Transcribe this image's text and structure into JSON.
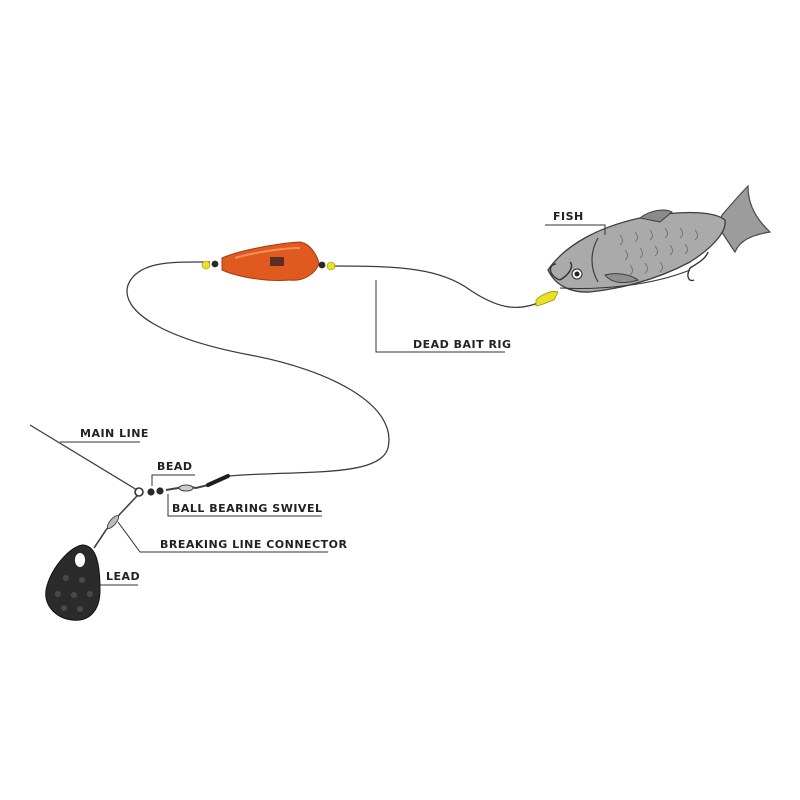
{
  "labels": {
    "fish": "FISH",
    "dead_bait_rig": "DEAD BAIT RIG",
    "main_line": "MAIN LINE",
    "bead": "BEAD",
    "ball_bearing_swivel": "BALL BEARING SWIVEL",
    "breaking_line_connector": "BREAKING LINE CONNECTOR",
    "lead": "LEAD"
  },
  "colors": {
    "float_orange": "#e0591e",
    "bead_yellow": "#e8e02a",
    "bead_black": "#2a2a2a",
    "lead_black": "#2b2b2b",
    "fish_silver": "#a9a9a9",
    "line": "#3c3c3c"
  },
  "icons": {
    "fish": "fish-icon",
    "float": "float-icon",
    "lead": "lead-weight-icon",
    "swivel": "swivel-icon",
    "hook": "treble-hook-icon"
  }
}
